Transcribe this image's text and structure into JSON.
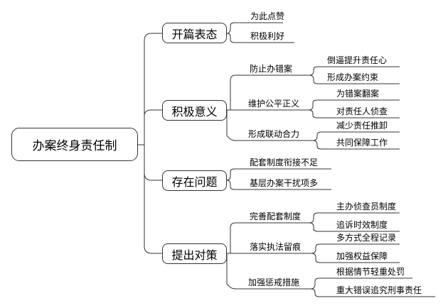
{
  "root": "办案终身责任制",
  "branches": [
    {
      "label": "开篇表态",
      "children": [
        {
          "label": "为此点赞"
        },
        {
          "label": "积极利好"
        }
      ]
    },
    {
      "label": "积极意义",
      "children": [
        {
          "label": "防止办错案",
          "children": [
            {
              "label": "倒逼提升责任心"
            },
            {
              "label": "形成办案约束"
            }
          ]
        },
        {
          "label": "维护公平正义",
          "children": [
            {
              "label": "为错案翻案"
            },
            {
              "label": "对责任人侦查"
            }
          ]
        },
        {
          "label": "形成联动合力",
          "children": [
            {
              "label": "减少责任推卸"
            },
            {
              "label": "共同保障工作"
            }
          ]
        }
      ]
    },
    {
      "label": "存在问题",
      "children": [
        {
          "label": "配套制度衔接不足"
        },
        {
          "label": "基层办案干扰项多"
        }
      ]
    },
    {
      "label": "提出对策",
      "children": [
        {
          "label": "完善配套制度",
          "children": [
            {
              "label": "主办侦查员制度"
            },
            {
              "label": "追诉时效制度"
            }
          ]
        },
        {
          "label": "落实执法留痕",
          "children": [
            {
              "label": "多方式全程记录"
            },
            {
              "label": "加强权益保障"
            }
          ]
        },
        {
          "label": "加强惩戒措施",
          "children": [
            {
              "label": "根据情节轻重处罚"
            },
            {
              "label": "重大错误追究刑事责任"
            }
          ]
        }
      ]
    }
  ]
}
